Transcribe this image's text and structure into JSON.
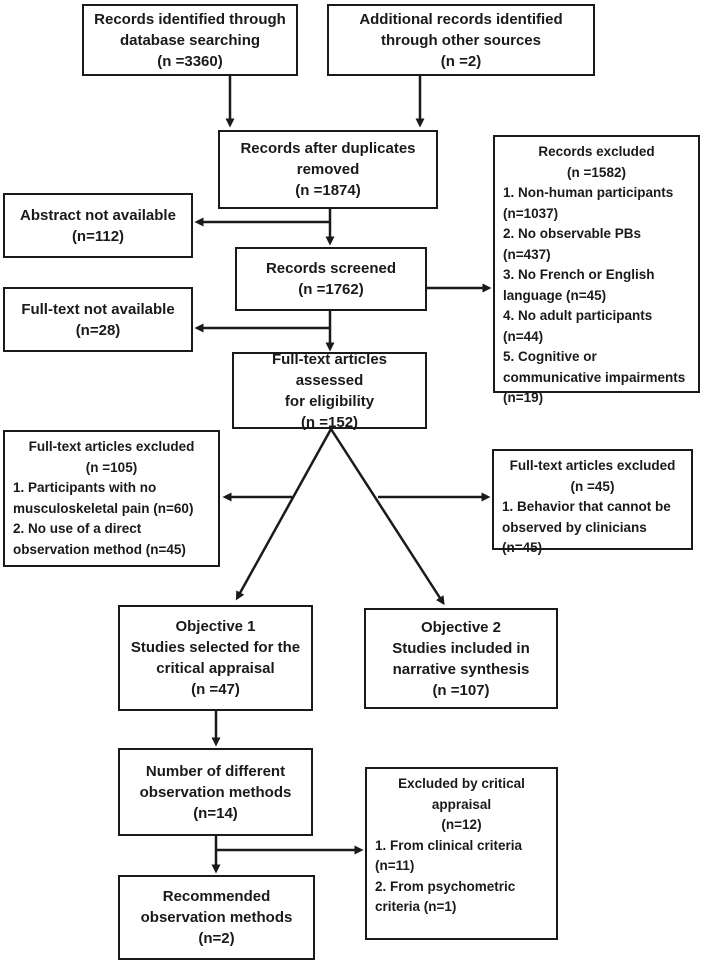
{
  "colors": {
    "ink": "#1a1a1a",
    "background": "#ffffff"
  },
  "nodes": {
    "database_search": {
      "lines": [
        "Records identified through",
        "database searching",
        "(n =3360)"
      ]
    },
    "other_sources": {
      "lines": [
        "Additional records identified",
        "through other sources",
        "(n =2)"
      ]
    },
    "duplicates_removed": {
      "lines": [
        "Records after duplicates",
        "removed",
        "(n =1874)"
      ]
    },
    "abstract_not_available": {
      "lines": [
        "Abstract not available",
        "(n=112)"
      ]
    },
    "records_screened": {
      "lines": [
        "Records screened",
        "(n =1762)"
      ]
    },
    "records_excluded": {
      "title": [
        "Records excluded",
        "(n =1582)"
      ],
      "items": [
        "1. Non-human participants (n=1037)",
        "2. No observable PBs (n=437)",
        "3. No French or English language (n=45)",
        "4. No adult participants (n=44)",
        "5. Cognitive or communicative impairments (n=19)"
      ]
    },
    "fulltext_not_available": {
      "lines": [
        "Full-text not available",
        "(n=28)"
      ]
    },
    "eligibility": {
      "lines": [
        "Full-text articles assessed",
        "for eligibility",
        "(n =152)"
      ]
    },
    "fulltext_excluded_left": {
      "title": [
        "Full-text articles excluded",
        "(n =105)"
      ],
      "items": [
        "1. Participants with no musculoskeletal pain (n=60)",
        "2. No use of a direct observation method (n=45)"
      ]
    },
    "fulltext_excluded_right": {
      "title": [
        "Full-text articles excluded",
        "(n =45)"
      ],
      "items": [
        "1. Behavior that cannot be observed by clinicians (n=45)"
      ]
    },
    "objective_1": {
      "header": "Objective 1",
      "lines": [
        "Studies selected for the",
        "critical appraisal",
        "(n =47)"
      ]
    },
    "objective_2": {
      "header": "Objective 2",
      "lines": [
        "Studies included in",
        "narrative synthesis",
        "(n =107)"
      ]
    },
    "observation_methods": {
      "lines": [
        "Number of different",
        "observation methods",
        "(n=14)"
      ]
    },
    "excluded_by_critical_appraisal": {
      "title": [
        "Excluded by critical",
        "appraisal",
        "(n=12)"
      ],
      "items": [
        "1. From clinical criteria (n=11)",
        "2. From psychometric criteria (n=1)"
      ]
    },
    "recommended_methods": {
      "lines": [
        "Recommended",
        "observation methods",
        "(n=2)"
      ]
    }
  }
}
